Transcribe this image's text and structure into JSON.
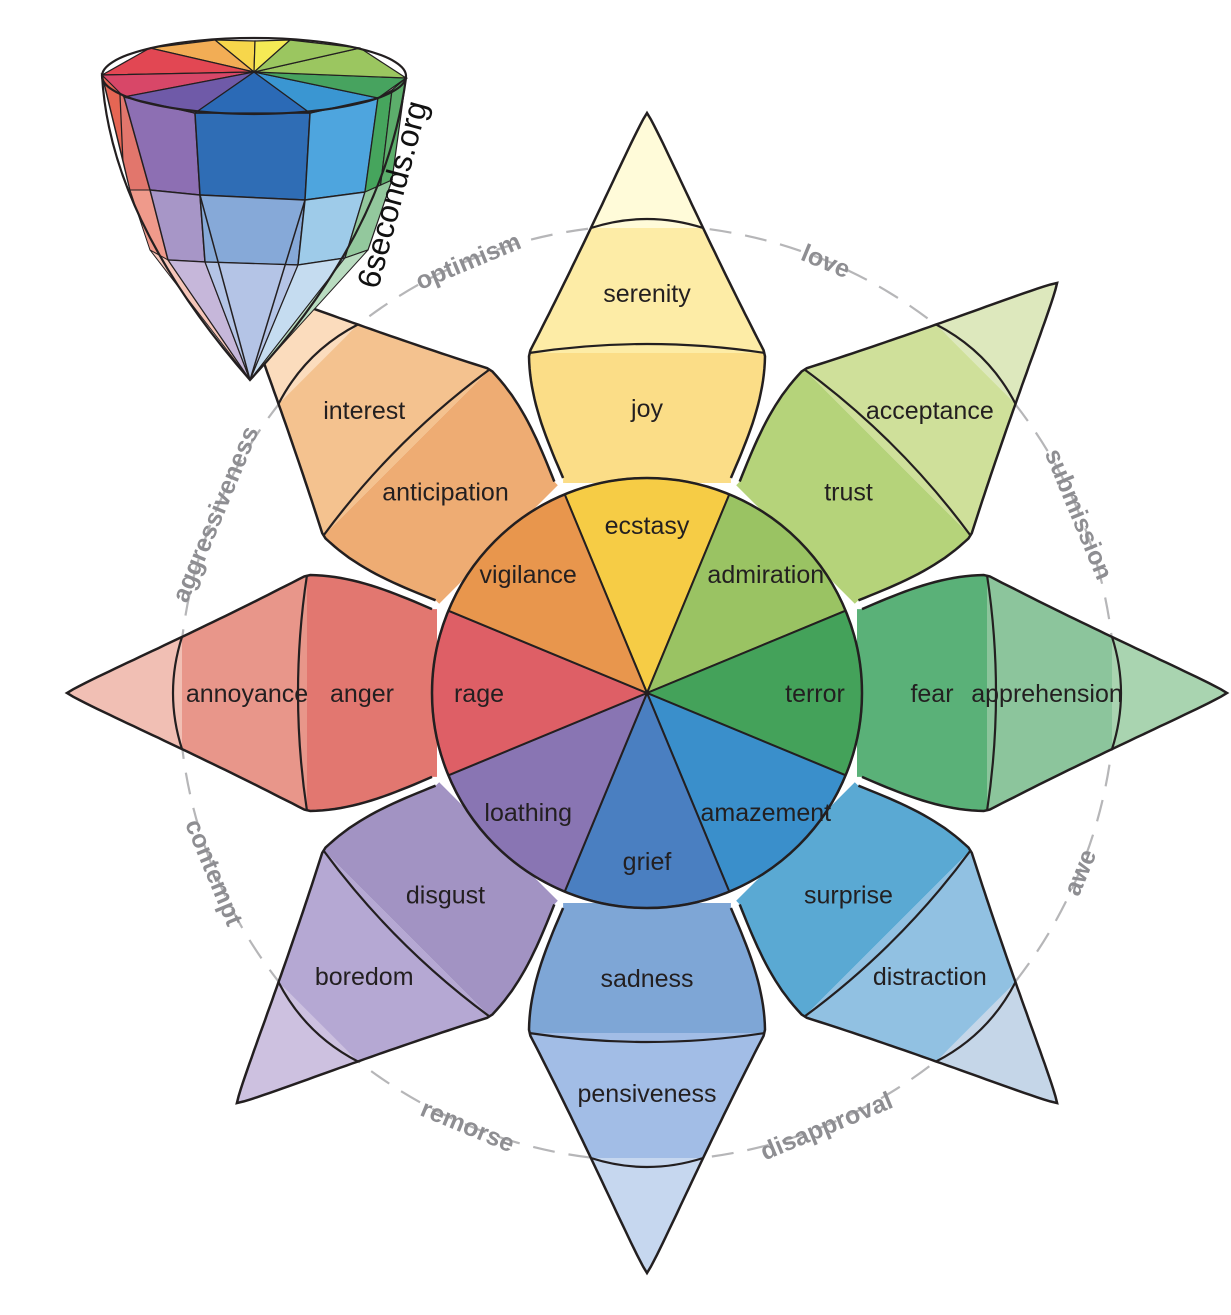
{
  "brand": {
    "text": "6seconds.org"
  },
  "petals": [
    {
      "id": "joy",
      "angle": 90,
      "labels": [
        "serenity",
        "joy",
        "ecstasy"
      ],
      "colors": [
        "#fffbd9",
        "#fdeca6",
        "#fbdd87",
        "#f6cc45"
      ]
    },
    {
      "id": "trust",
      "angle": 45,
      "labels": [
        "acceptance",
        "trust",
        "admiration"
      ],
      "colors": [
        "#dde8bd",
        "#cfe09a",
        "#b5d37a",
        "#9ac363"
      ]
    },
    {
      "id": "fear",
      "angle": 0,
      "labels": [
        "apprehension",
        "fear",
        "terror"
      ],
      "colors": [
        "#a9d4b0",
        "#8cc59c",
        "#5ab178",
        "#44a25a"
      ]
    },
    {
      "id": "surprise",
      "angle": -45,
      "labels": [
        "distraction",
        "surprise",
        "amazement"
      ],
      "colors": [
        "#c5d6e8",
        "#91c1e2",
        "#5aa9d3",
        "#3a8fcb"
      ]
    },
    {
      "id": "sadness",
      "angle": -90,
      "labels": [
        "pensiveness",
        "sadness",
        "grief"
      ],
      "colors": [
        "#c6d7ef",
        "#a2bde6",
        "#7ea6d6",
        "#4a7fc1"
      ]
    },
    {
      "id": "disgust",
      "angle": -135,
      "labels": [
        "boredom",
        "disgust",
        "loathing"
      ],
      "colors": [
        "#cdc1e0",
        "#b5a8d3",
        "#a293c3",
        "#8975b3"
      ]
    },
    {
      "id": "anger",
      "angle": 180,
      "labels": [
        "annoyance",
        "anger",
        "rage"
      ],
      "colors": [
        "#f1bfb4",
        "#e8968a",
        "#e27770",
        "#de5f66"
      ]
    },
    {
      "id": "anticipation",
      "angle": 135,
      "labels": [
        "interest",
        "anticipation",
        "vigilance"
      ],
      "colors": [
        "#fbdcbd",
        "#f4c28f",
        "#eeac73",
        "#e8964d"
      ]
    }
  ],
  "dyads": [
    {
      "label": "optimism",
      "angle": 112.5
    },
    {
      "label": "love",
      "angle": 67.5
    },
    {
      "label": "submission",
      "angle": 22.5
    },
    {
      "label": "awe",
      "angle": -22.5
    },
    {
      "label": "disapproval",
      "angle": -67.5
    },
    {
      "label": "remorse",
      "angle": -112.5
    },
    {
      "label": "contempt",
      "angle": -157.5
    },
    {
      "label": "aggressiveness",
      "angle": 157.5
    }
  ],
  "cone_colors": {
    "top": [
      "#f5ea55",
      "#9bc660",
      "#47a35f",
      "#3a96d2",
      "#2b6ab6",
      "#6e5aa8",
      "#e0444f",
      "#f2a64e"
    ],
    "upper": [
      "#4ea5de",
      "#2f6db5",
      "#8d6fb3",
      "#e57061"
    ],
    "middle": [
      "#9ecbe9",
      "#86a9d8",
      "#a796c7",
      "#f09c8d"
    ],
    "lower": [
      "#c5dcf0",
      "#b4c4e6",
      "#c6b7da",
      "#f6c6b9"
    ],
    "rim_green": [
      "#46a55d",
      "#6db57c",
      "#93c89d"
    ]
  }
}
